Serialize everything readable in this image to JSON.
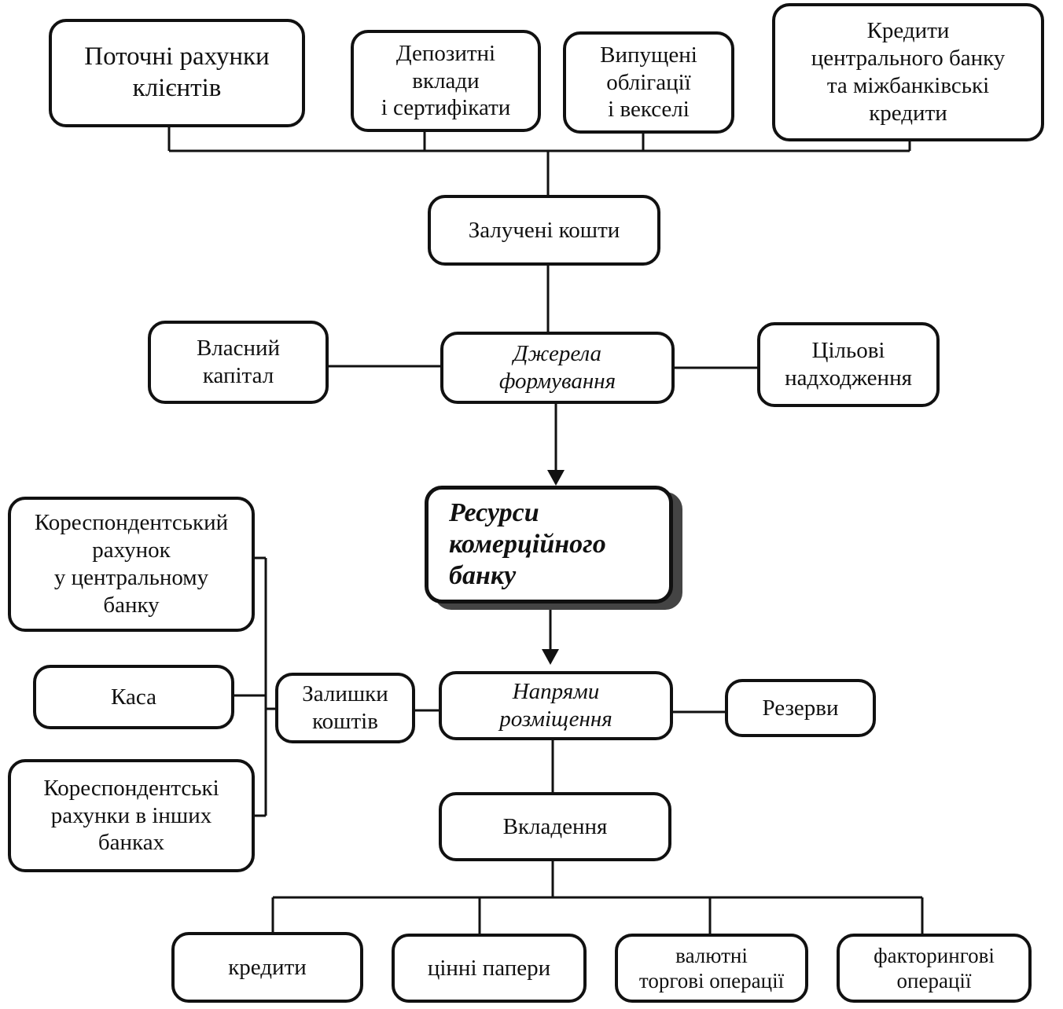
{
  "nodes": {
    "current_accounts": "Поточні рахунки\nклієнтів",
    "deposits": "Депозитні\nвклади\nі сертифікати",
    "bonds": "Випущені\nоблігації\nі векселі",
    "cb_credits": "Кредити\nцентрального банку\nта міжбанківські\nкредити",
    "attracted_funds": "Залучені кошти",
    "own_capital": "Власний\nкапітал",
    "sources": "Джерела\nформування",
    "targeted_receipts": "Цільові\nнадходження",
    "resources": "Ресурси\n      комерційного\n                  банку",
    "corr_account_cb": "Кореспондентський\nрахунок\nу центральному\nбанку",
    "cash": "Каса",
    "corr_accounts_other": "Кореспондентські\nрахунки в інших\nбанках",
    "fund_balances": "Залишки\nкоштів",
    "placement": "Напрями\nрозміщення",
    "reserves": "Резерви",
    "investments": "Вкладення",
    "credits": "кредити",
    "securities": "цінні папери",
    "fx_operations": "валютні\nторгові операції",
    "factoring": "факторингові\nоперації"
  }
}
